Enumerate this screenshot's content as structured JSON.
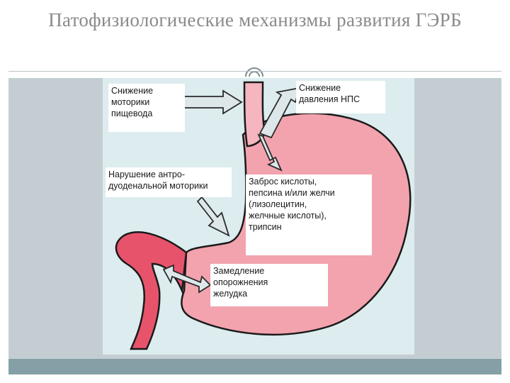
{
  "title": "Патофизиологические механизмы развития ГЭРБ",
  "labels": {
    "motility": "Снижение\nмоторики\nпищевода",
    "les": "Снижение\nдавления НПС",
    "antroduodenal": "Нарушение антро-\nдуоденальной моторики",
    "reflux": "Заброс кислоты,\nпепсина и/или желчи\n(лизолецитин,\nжелчные кислоты),\nтрипсин",
    "emptying": "Замедление\nопорожнения\nжелудка"
  },
  "icons": [
    "ring-icon",
    "arrow-icon"
  ],
  "colors": {
    "stomach": "#f2a3ae",
    "esophagus": "#f5b6bf",
    "duodenum": "#e8536c",
    "outline": "#1a1a1a",
    "arrow_fill": "#dde7ea",
    "panel": "#c4ced2",
    "footer": "#84a0a6",
    "figure_bg": "#dcecef"
  }
}
